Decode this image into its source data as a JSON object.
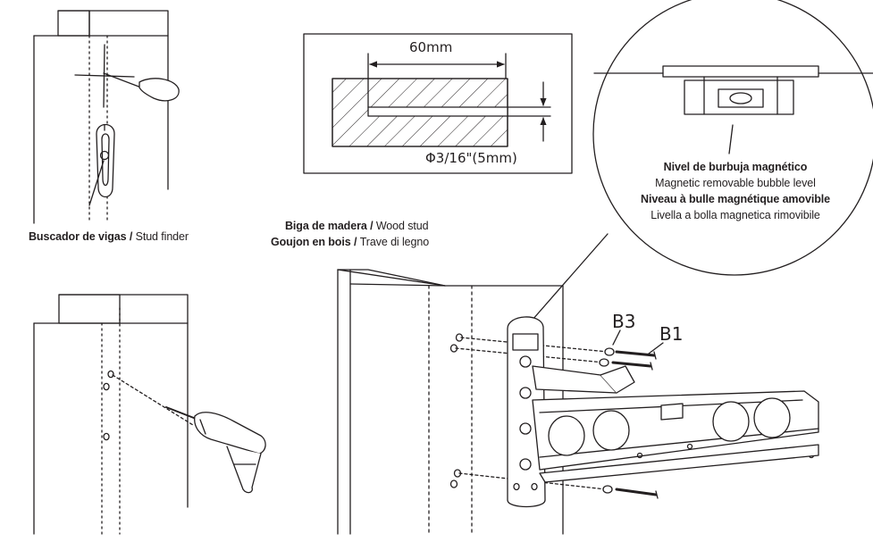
{
  "stud_finder": {
    "es": "Buscador de vigas",
    "sep": " / ",
    "en": "Stud finder"
  },
  "wood_stud": {
    "line1": {
      "es": "Biga de madera",
      "sep": " / ",
      "en": "Wood stud"
    },
    "line2": {
      "fr": "Goujon en bois",
      "sep": " / ",
      "it": "Trave di legno"
    }
  },
  "hole_detail": {
    "depth": "60mm",
    "diameter": "Φ3/16\"(5mm)"
  },
  "bubble_level": {
    "es": "Nivel de burbuja magnético",
    "en": "Magnetic removable bubble level",
    "fr": "Niveau à bulle magnétique amovible",
    "it": "Livella a bolla magnetica rimovibile"
  },
  "parts": {
    "b3": "B3",
    "b1": "B1"
  },
  "colors": {
    "ink": "#231f20",
    "background": "#ffffff"
  }
}
